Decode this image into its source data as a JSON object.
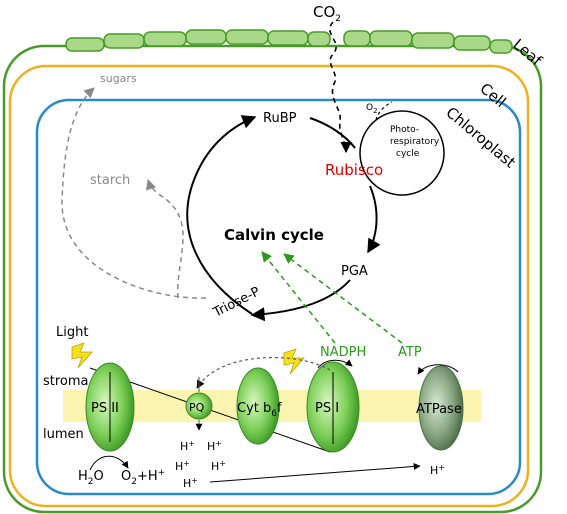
{
  "labels": {
    "co2": "CO",
    "co2_sub": "2",
    "leaf": "Leaf",
    "cell": "Cell",
    "chloroplast": "Chloroplast",
    "sugars": "sugars",
    "starch": "starch",
    "rubp": "RuBP",
    "o2_top": "O",
    "o2_top_sub": "2",
    "photoresp_1": "Photo-",
    "photoresp_2": "respiratory",
    "photoresp_3": "cycle",
    "rubisco": "Rubisco",
    "calvin": "Calvin cycle",
    "pga": "PGA",
    "triose": "Triose-P",
    "nadph": "NADPH",
    "atp": "ATP",
    "light": "Light",
    "stroma": "stroma",
    "lumen": "lumen",
    "psii": "PS II",
    "pq": "PQ",
    "cytb": "Cyt b",
    "cytb_sub": "6",
    "cytb_f": "f",
    "psi": "PS I",
    "atpase": "ATPase",
    "h2o": "H",
    "h2o_sub": "2",
    "h2o_o": "O",
    "o2h": "O",
    "o2h_sub": "2",
    "o2h_plus": "+H",
    "o2h_sup": "+",
    "h_plus": "H",
    "h_sup": "+"
  },
  "colors": {
    "leaf_fill": "#a8d888",
    "leaf_stroke": "#4a9a2a",
    "cell_stroke": "#f0b020",
    "chloroplast_stroke": "#2a8ac8",
    "membrane": "#fbf3b0",
    "rubisco": "#e00000",
    "green_text": "#2a9a1a",
    "grey": "#888888"
  }
}
